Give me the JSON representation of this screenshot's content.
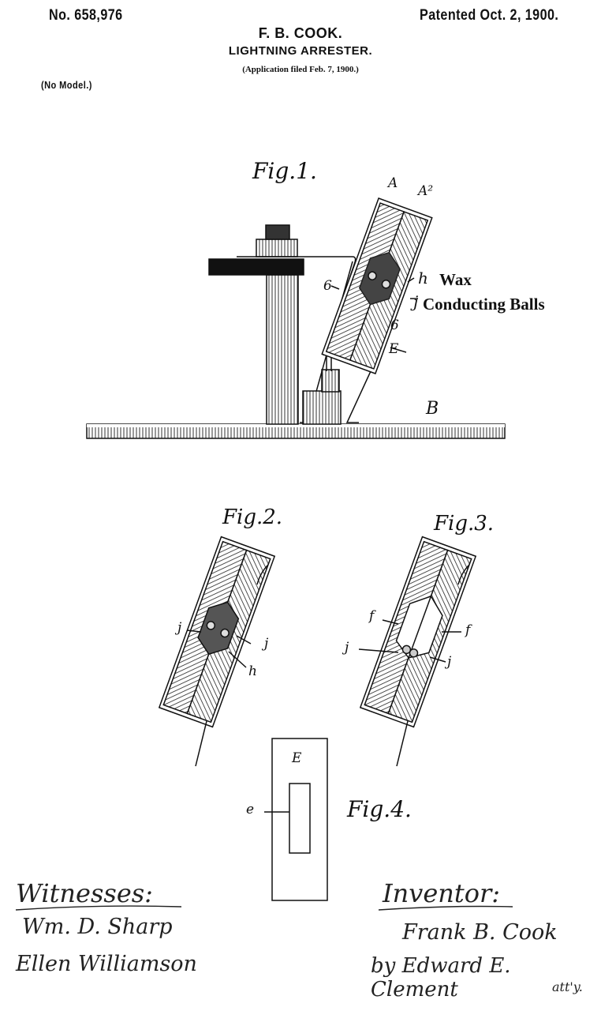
{
  "header": {
    "patent_number": "No. 658,976",
    "patent_date": "Patented Oct. 2, 1900.",
    "inventor_name": "F. B. COOK.",
    "title": "LIGHTNING ARRESTER.",
    "application": "(Application filed Feb. 7, 1900.)",
    "model_note": "(No Model.)"
  },
  "fig1": {
    "label": "Fig.1.",
    "refs": {
      "A": "A",
      "A2": "A²",
      "h": "h",
      "j": "j",
      "six_left": "6",
      "six_right": "6",
      "E": "E",
      "B": "B"
    },
    "annotations": {
      "wax": "Wax",
      "balls": "Conducting Balls"
    }
  },
  "fig2": {
    "label": "Fig.2.",
    "refs": {
      "j_left": "j",
      "j_right": "j",
      "h": "h"
    }
  },
  "fig3": {
    "label": "Fig.3.",
    "refs": {
      "f_left": "f",
      "f_right": "f",
      "j_left": "j",
      "j_right": "j"
    }
  },
  "fig4": {
    "label": "Fig.4.",
    "refs": {
      "E": "E",
      "e": "e"
    }
  },
  "signatures": {
    "witnesses_label": "Witnesses:",
    "witness1": "Wm. D. Sharp",
    "witness2": "Ellen Williamson",
    "inventor_label": "Inventor:",
    "inventor": "Frank B. Cook",
    "attorney": "by Edward E. Clement",
    "attorney_suffix": "att'y."
  }
}
